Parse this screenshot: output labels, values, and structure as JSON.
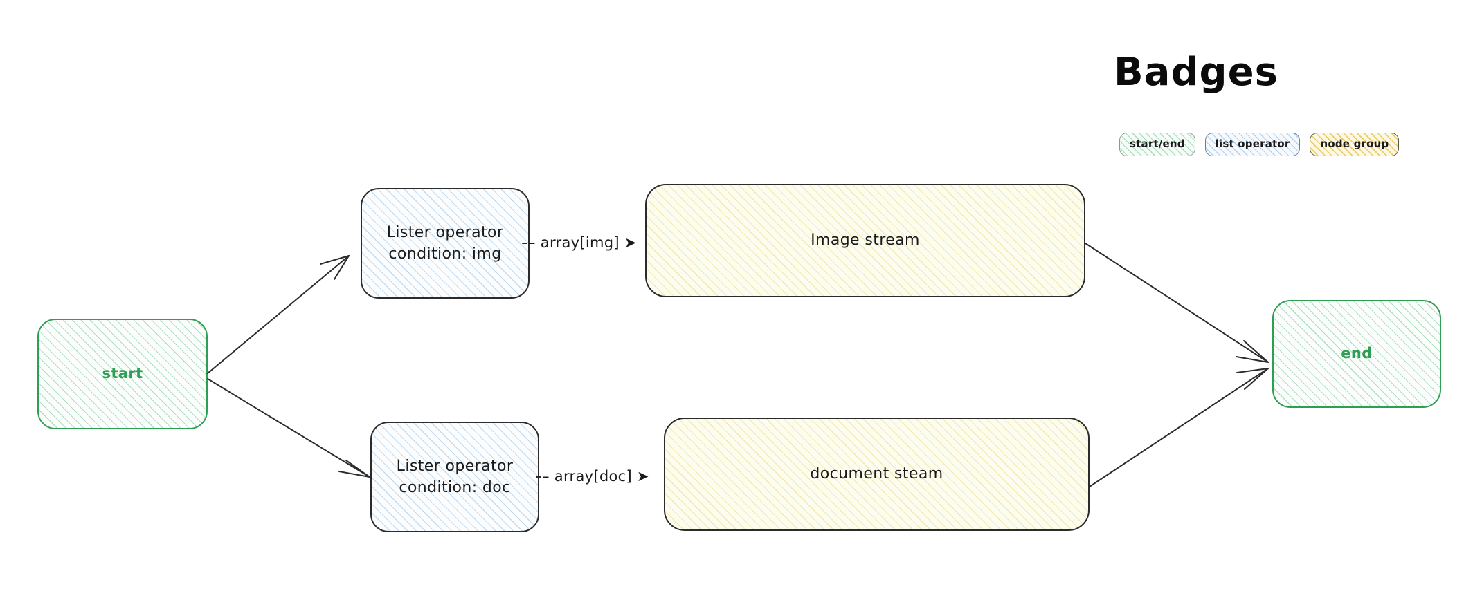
{
  "legend": {
    "title": "Badges",
    "badges": [
      {
        "label": "start/end",
        "style": "green"
      },
      {
        "label": "list operator",
        "style": "blue"
      },
      {
        "label": "node group",
        "style": "yellow"
      }
    ]
  },
  "diagram": {
    "nodes": [
      {
        "id": "start",
        "label": "start",
        "kind": "start/end"
      },
      {
        "id": "lister_img",
        "label": "Lister operator\ncondition: img",
        "kind": "list operator"
      },
      {
        "id": "lister_doc",
        "label": "Lister operator\ncondition: doc",
        "kind": "list operator"
      },
      {
        "id": "img_stream",
        "label": "Image stream",
        "kind": "node group"
      },
      {
        "id": "doc_stream",
        "label": "document steam",
        "kind": "node group"
      },
      {
        "id": "end",
        "label": "end",
        "kind": "start/end"
      }
    ],
    "edges": [
      {
        "from": "start",
        "to": "lister_img",
        "label": ""
      },
      {
        "from": "start",
        "to": "lister_doc",
        "label": ""
      },
      {
        "from": "lister_img",
        "to": "img_stream",
        "label": "– array[img] ➤"
      },
      {
        "from": "lister_doc",
        "to": "doc_stream",
        "label": "– array[doc] ➤"
      },
      {
        "from": "img_stream",
        "to": "end",
        "label": ""
      },
      {
        "from": "doc_stream",
        "to": "end",
        "label": ""
      }
    ]
  },
  "colors": {
    "green_stroke": "#2e9e52",
    "green_text": "#2e9e52",
    "blue_hatch": "#78aad7",
    "yellow_hatch": "#dec85a",
    "node_stroke": "#2b2b2b",
    "text": "#1a1a1a",
    "background": "#ffffff"
  }
}
